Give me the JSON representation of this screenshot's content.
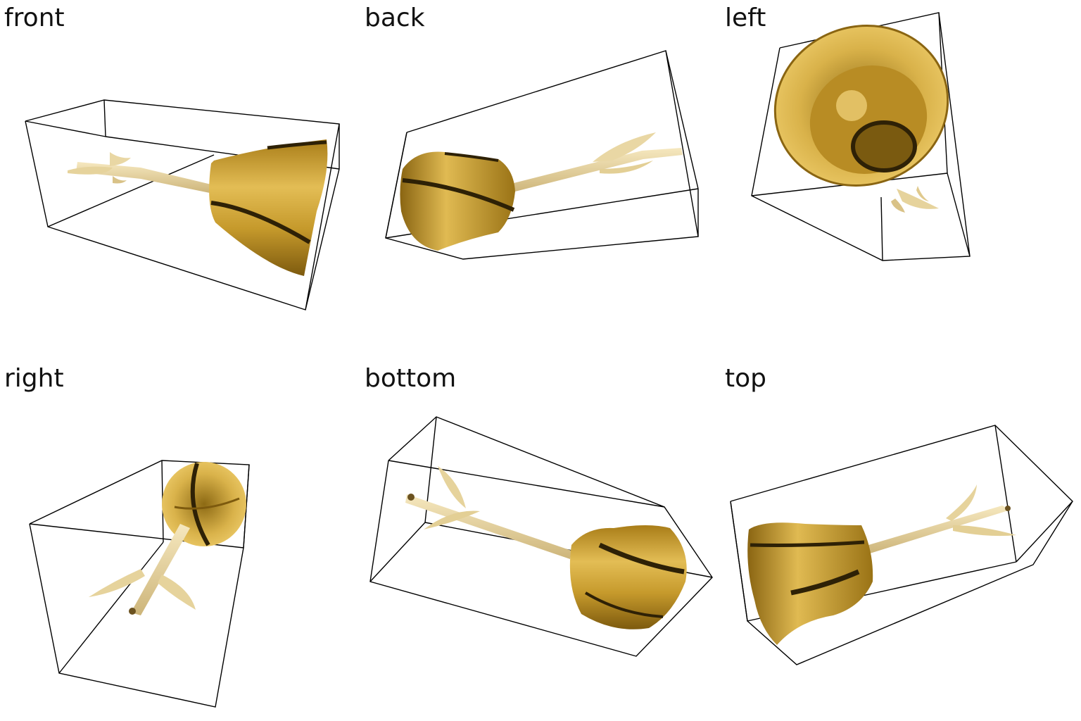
{
  "views": [
    {
      "label": "front"
    },
    {
      "label": "back"
    },
    {
      "label": "left"
    },
    {
      "label": "right"
    },
    {
      "label": "bottom"
    },
    {
      "label": "top"
    }
  ],
  "colors": {
    "bell_gold": "#c9a032",
    "bell_dark": "#3a2a08",
    "handle_cream": "#e8d6a0",
    "box_stroke": "#000000"
  }
}
